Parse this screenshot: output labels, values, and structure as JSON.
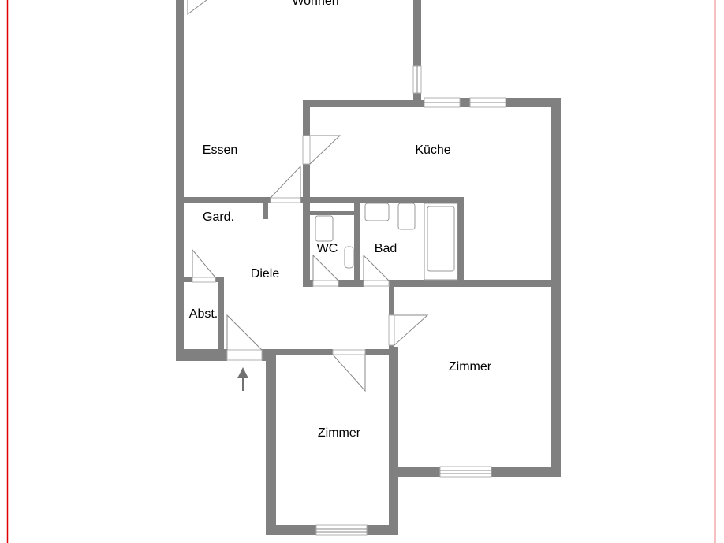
{
  "plan": {
    "border_color": "#e00000",
    "wall_color": "#808080",
    "rooms": {
      "wohnen": "Wohnen",
      "essen": "Essen",
      "kueche": "Küche",
      "gard": "Gard.",
      "diele": "Diele",
      "wc": "WC",
      "bad": "Bad",
      "abst": "Abst.",
      "zimmer1": "Zimmer",
      "zimmer2": "Zimmer"
    },
    "entrance_icon": "arrow-up-icon"
  }
}
